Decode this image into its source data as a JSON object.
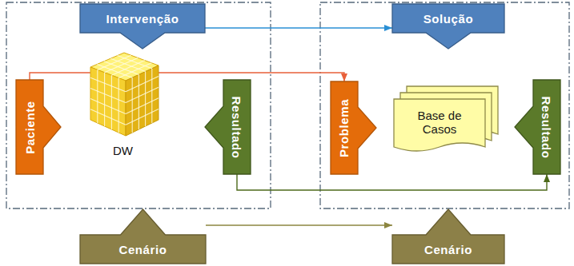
{
  "diagram": {
    "nodes": [
      {
        "text": [
          "Intervenção"
        ]
      },
      {
        "text": [
          "Solução"
        ]
      },
      {
        "text": [
          "Paciente"
        ]
      },
      {
        "text": [
          "Resultado"
        ]
      },
      {
        "text": [
          "Problema"
        ]
      },
      {
        "text": [
          "Base de Casos"
        ]
      },
      {
        "text": [
          "Resultado"
        ]
      },
      {
        "text": [
          "Cenário"
        ]
      },
      {
        "text": [
          "Cenário"
        ]
      }
    ],
    "edges": [
      {
        "from": 0,
        "to": 1,
        "arrow": "to"
      },
      {
        "from": 2,
        "to": 4,
        "arrow": "to"
      },
      {
        "from": 3,
        "to": 6,
        "arrow": "to"
      },
      {
        "from": 7,
        "to": 8,
        "arrow": "to"
      }
    ],
    "labels": [
      "DW"
    ]
  }
}
